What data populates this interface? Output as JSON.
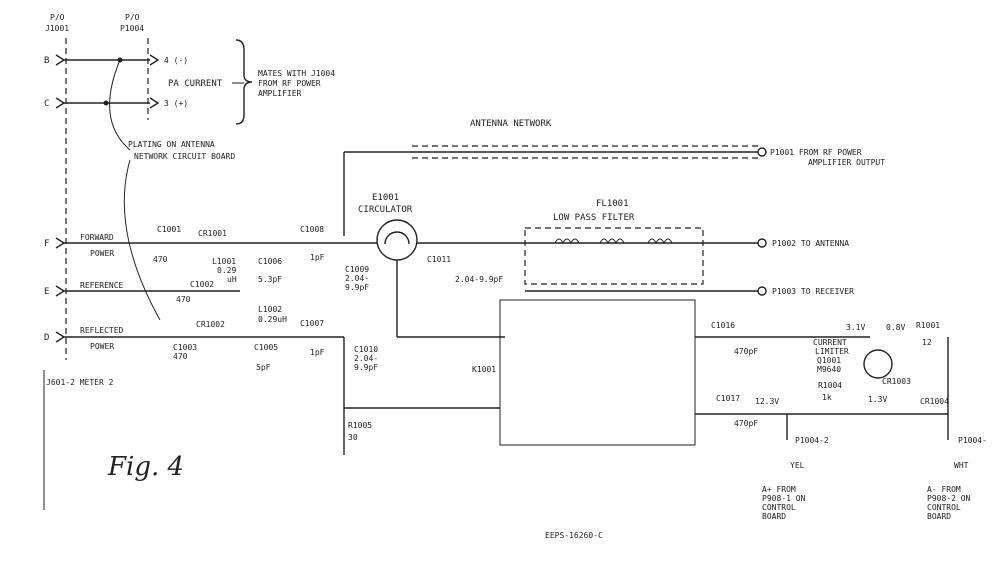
{
  "header": {
    "p0_j1001": "P/O",
    "j1001": "J1001",
    "p0_p1004": "P/O",
    "p1004": "P1004"
  },
  "terminals": {
    "b": "B",
    "c": "C",
    "f": "F",
    "e": "E",
    "d": "D"
  },
  "pins": {
    "pin4": "4 (-)",
    "pin3": "3 (+)"
  },
  "pa_current": "PA CURRENT",
  "mates": [
    "MATES WITH J1004",
    "FROM RF POWER",
    "AMPLIFIER"
  ],
  "plating": [
    "PLATING ON ANTENNA",
    "NETWORK CIRCUIT BOARD"
  ],
  "antenna_network": "ANTENNA NETWORK",
  "p1001": [
    "P1001 FROM RF POWER",
    "AMPLIFIER OUTPUT"
  ],
  "circulator": {
    "ref": "E1001",
    "name": "CIRCULATOR"
  },
  "filter": {
    "ref": "FL1001",
    "name": "LOW PASS FILTER"
  },
  "p1002": "P1002 TO ANTENNA",
  "p1003": "P1003 TO RECEIVER",
  "lines": {
    "forward": [
      "FORWARD",
      "POWER"
    ],
    "reference": "REFERENCE",
    "reflected": [
      "REFLECTED",
      "POWER"
    ]
  },
  "components": {
    "c1001": "C1001",
    "c1001_val": "470",
    "cr1001": "CR1001",
    "l1001": [
      "L1001",
      "0.29",
      "uH"
    ],
    "c1006": [
      "C1006",
      "5.3pF"
    ],
    "c1008": [
      "C1008",
      "1pF"
    ],
    "c1009": [
      "C1009",
      "2.04-",
      "9.9pF"
    ],
    "c1011": [
      "C1011",
      "2.04-9.9pF"
    ],
    "c1002": "C1002",
    "c1002_val": "470",
    "l1002": [
      "L1002",
      "0.29uH"
    ],
    "cr1002": "CR1002",
    "c1003": [
      "C1003",
      "470"
    ],
    "c1005": [
      "C1005",
      "5pF"
    ],
    "c1007": [
      "C1007",
      "1pF"
    ],
    "c1010": [
      "C1010",
      "2.04-",
      "9.9pF"
    ],
    "k1001": "K1001",
    "r1005": [
      "R1005",
      "30"
    ],
    "c1016": [
      "C1016",
      "470pF"
    ],
    "c1017": [
      "C1017",
      "470pF"
    ],
    "v_12_3": "12.3V",
    "v_3_1": "3.1V",
    "v_0_8": "0.8V",
    "v_1_3": "1.3V",
    "current_limiter": [
      "CURRENT",
      "LIMITER",
      "Q1001",
      "M9640"
    ],
    "r1001": [
      "R1001",
      "12"
    ],
    "r1004": [
      "R1004",
      "1k"
    ],
    "cr1003": "CR1003",
    "cr1004": "CR1004",
    "p1004_2": "P1004-2",
    "p1004_1": "P1004-",
    "yel": "YEL",
    "wht": "WHT",
    "a_plus": [
      "A+ FROM",
      "P908-1 ON",
      "CONTROL",
      "BOARD"
    ],
    "a_minus": [
      "A- FROM",
      "P908-2 ON",
      "CONTROL",
      "BOARD"
    ]
  },
  "meter": "J601-2 METER 2",
  "fig": "Fig. 4",
  "drawing_no": "EEPS-16260-C"
}
